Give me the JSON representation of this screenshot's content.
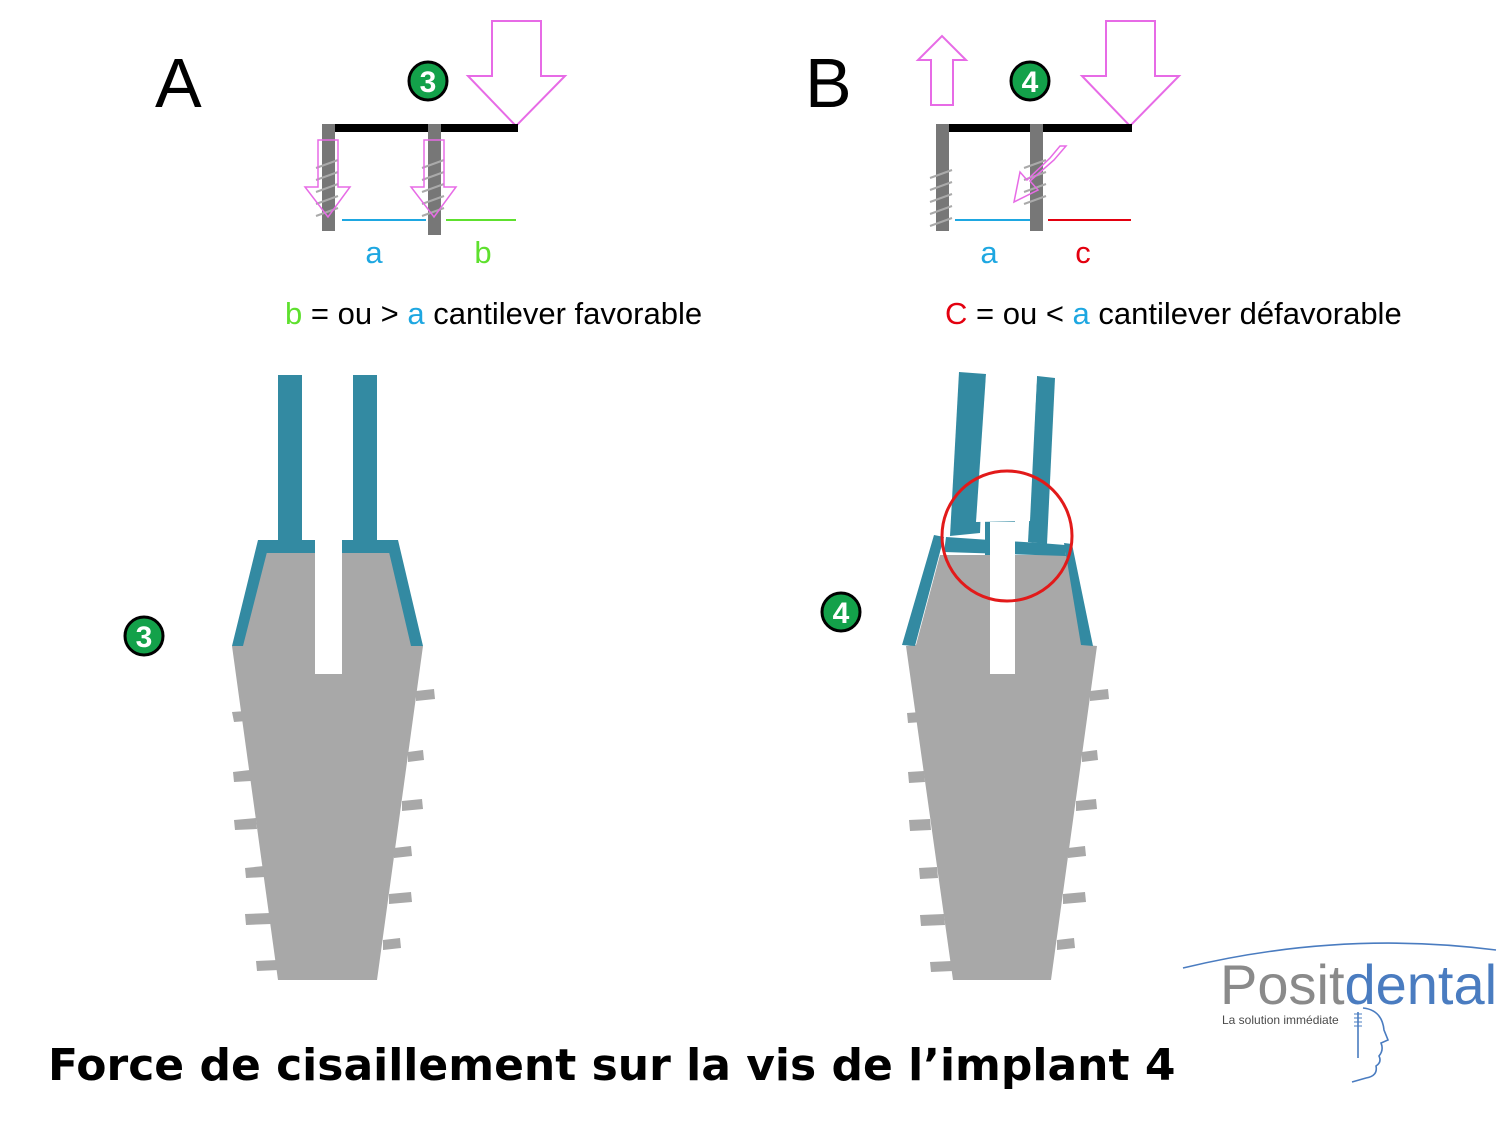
{
  "panel_a": {
    "letter": "A",
    "implant_badge": "3",
    "dim_labels": [
      "a",
      "b"
    ],
    "caption_parts": [
      "b",
      " = ou > ",
      "a",
      " cantilever favorable"
    ],
    "side_badge": "3"
  },
  "panel_b": {
    "letter": "B",
    "implant_badge": "4",
    "dim_labels": [
      "a",
      "c"
    ],
    "caption_parts": [
      "C",
      " = ou < ",
      "a",
      " cantilever défavorable"
    ],
    "side_badge": "4"
  },
  "title": "Force de cisaillement sur la vis de l’implant 4",
  "logo": {
    "brand_part1": "Posit",
    "brand_part2": "dental",
    "tagline": "La solution immédiate"
  },
  "colors": {
    "dim_a": "#1ea7e1",
    "dim_b": "#5ee02e",
    "dim_c": "#e3000f",
    "badge_fill": "#13a14a",
    "force_arrow": "#e76be6",
    "abutment": "#338aa2",
    "implant_body": "#a8a8a8",
    "implant_post": "#777777",
    "highlight_circle": "#e21a1a",
    "logo_gray": "#8a8a8a",
    "logo_blue": "#4a7cc0"
  }
}
